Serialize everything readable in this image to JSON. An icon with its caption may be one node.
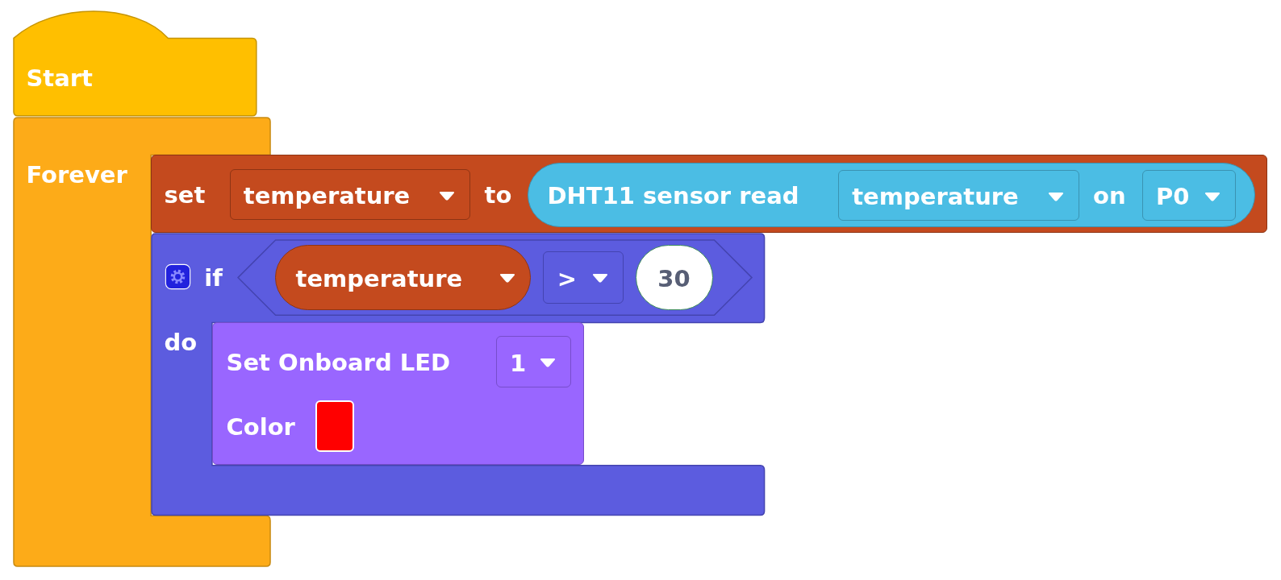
{
  "diagram": {
    "nodes": [
      {
        "text": [
          "Start"
        ]
      },
      {
        "text": [
          "Forever"
        ]
      },
      {
        "text": [
          "set",
          "to"
        ]
      },
      {
        "text": [
          "temperature"
        ],
        "in": 2
      },
      {
        "text": [
          "DHT11 sensor read",
          "on"
        ],
        "in": 2
      },
      {
        "text": [
          "temperature"
        ],
        "in": 4
      },
      {
        "text": [
          "P0"
        ],
        "in": 4
      },
      {
        "text": [
          "if",
          "do"
        ]
      },
      {
        "text": [],
        "shape": "hexagon",
        "in": 7
      },
      {
        "text": [
          "temperature"
        ],
        "in": 8
      },
      {
        "text": [
          ">"
        ],
        "in": 8
      },
      {
        "text": [
          "30"
        ],
        "in": 8
      },
      {
        "text": [
          "Set Onboard LED",
          "Color"
        ],
        "in": 7
      },
      {
        "text": [
          "1"
        ],
        "in": 12
      },
      {
        "text": [],
        "shape": "box",
        "in": 12
      }
    ],
    "edges": []
  }
}
